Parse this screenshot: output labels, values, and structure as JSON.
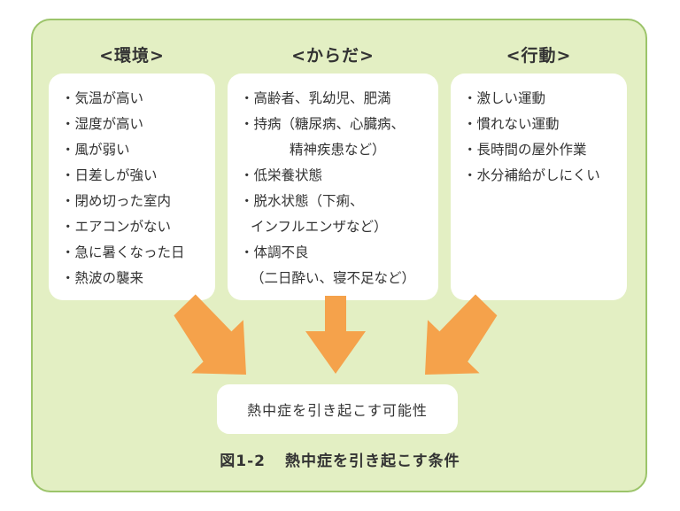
{
  "columns": [
    {
      "heading": "<環境>",
      "items": [
        "・気温が高い",
        "・湿度が高い",
        "・風が弱い",
        "・日差しが強い",
        "・閉め切った室内",
        "・エアコンがない",
        "・急に暑くなった日",
        "・熱波の襲来"
      ]
    },
    {
      "heading": "<からだ>",
      "items": [
        "・高齢者、乳幼児、肥満",
        "・持病（糖尿病、心臓病、",
        "精神疾患など）",
        "・低栄養状態",
        "・脱水状態（下痢、",
        "インフルエンザなど）",
        "・体調不良",
        "（二日酔い、寝不足など）"
      ]
    },
    {
      "heading": "<行動>",
      "items": [
        "・激しい運動",
        "・慣れない運動",
        "・長時間の屋外作業",
        "・水分補給がしにくい"
      ]
    }
  ],
  "result_label": "熱中症を引き起こす可能性",
  "caption": {
    "number": "図1-2",
    "title": "熱中症を引き起こす条件"
  },
  "colors": {
    "background": "#e3efc3",
    "border": "#9cc46a",
    "arrow": "#f5a24b",
    "box": "#ffffff"
  }
}
